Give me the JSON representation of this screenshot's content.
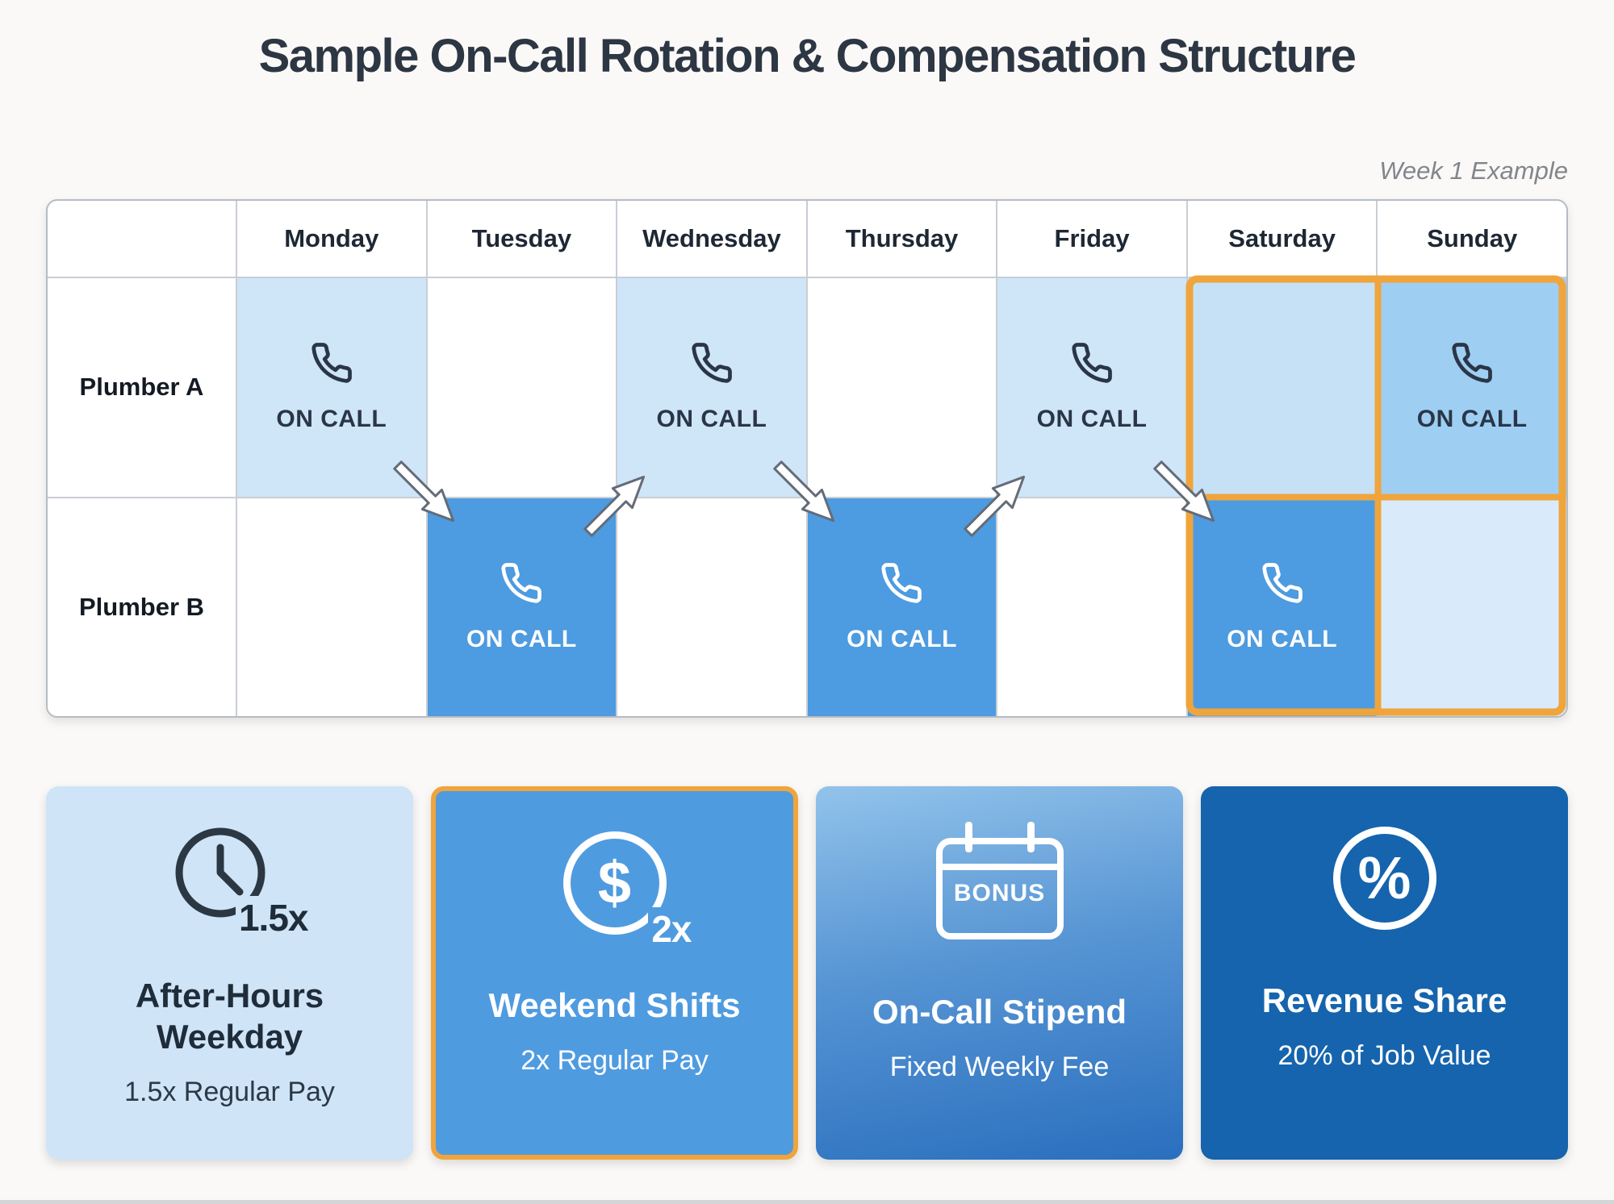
{
  "title": "Sample On-Call Rotation & Compensation Structure",
  "week_label": "Week 1 Example",
  "schedule": {
    "on_call_label": "ON CALL",
    "days": [
      "Monday",
      "Tuesday",
      "Wednesday",
      "Thursday",
      "Friday",
      "Saturday",
      "Sunday"
    ],
    "rows": [
      {
        "label": "Plumber A",
        "on_call_days": [
          "Monday",
          "Wednesday",
          "Friday",
          "Sunday"
        ]
      },
      {
        "label": "Plumber B",
        "on_call_days": [
          "Tuesday",
          "Thursday",
          "Saturday"
        ]
      }
    ],
    "weekend_days": [
      "Saturday",
      "Sunday"
    ],
    "rotation": "Plumber A and Plumber B alternate daily; arrows show handoff between rows"
  },
  "cards": [
    {
      "icon": "clock-icon",
      "badge": "1.5x",
      "title": "After-Hours Weekday",
      "subtitle": "1.5x Regular Pay"
    },
    {
      "icon": "dollar-icon",
      "glyph": "$",
      "badge": "2x",
      "title": "Weekend Shifts",
      "subtitle": "2x Regular Pay"
    },
    {
      "icon": "calendar-icon",
      "badge": "BONUS",
      "title": "On-Call Stipend",
      "subtitle": "Fixed Weekly Fee"
    },
    {
      "icon": "percent-icon",
      "glyph": "%",
      "title": "Revenue Share",
      "subtitle": "20% of Job Value"
    }
  ],
  "colors": {
    "accent_orange": "#F0A43C",
    "cell_light_blue": "#CFE5F8",
    "cell_mid_blue": "#4D9BE0",
    "cell_sunday_a_blue": "#9ECFF2",
    "cell_sunday_b_blue": "#D9EBFA",
    "card_after_hours_bg": "#CFE4F7",
    "card_weekend_bg": "#4F9BE0",
    "card_stipend_gradient_top": "#92C3EA",
    "card_stipend_gradient_bottom": "#2A6FBE",
    "card_revenue_bg": "#1564AD",
    "title_text": "#2D3643",
    "grid_line": "#C9CED4"
  }
}
